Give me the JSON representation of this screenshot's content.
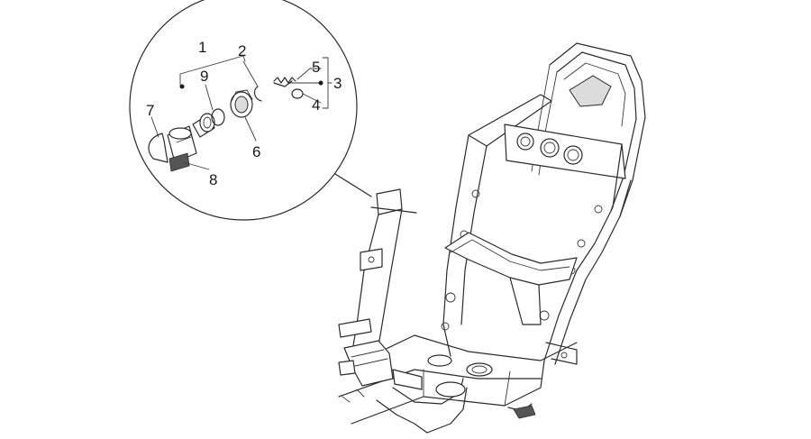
{
  "callouts": [
    {
      "id": "1",
      "text": "1"
    },
    {
      "id": "2",
      "text": "2"
    },
    {
      "id": "3",
      "text": "3"
    },
    {
      "id": "4",
      "text": "4"
    },
    {
      "id": "5",
      "text": "5"
    },
    {
      "id": "6",
      "text": "6"
    },
    {
      "id": "7",
      "text": "7"
    },
    {
      "id": "8",
      "text": "8"
    },
    {
      "id": "9",
      "text": "9"
    }
  ],
  "colors": {
    "line": "#2b2b2b",
    "background": "#ffffff",
    "shade": "#dcdcdc"
  }
}
